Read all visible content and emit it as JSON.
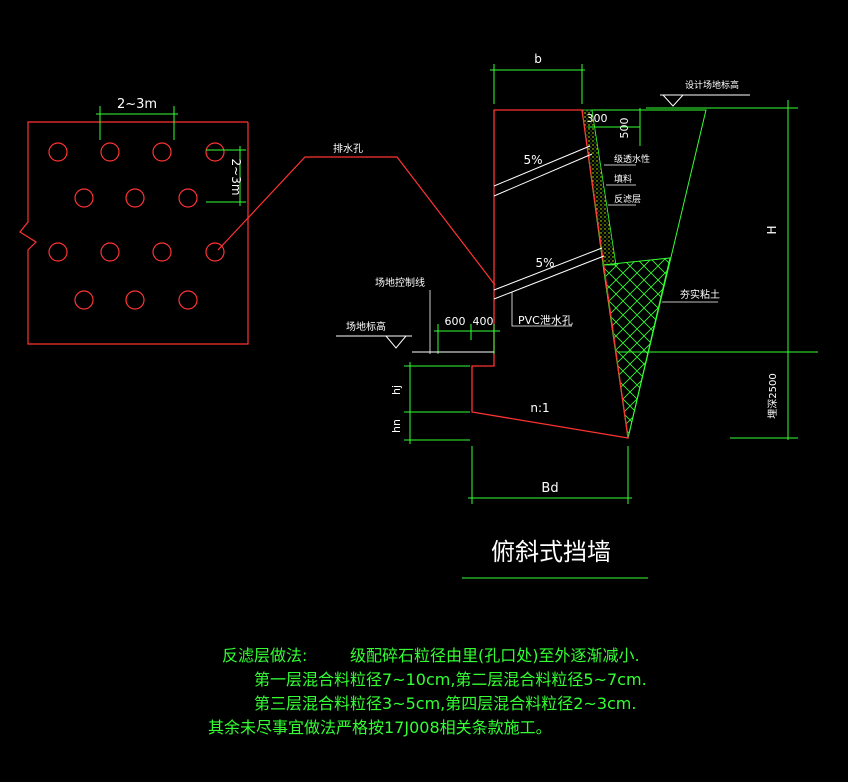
{
  "labels": {
    "spacing_h": "2~3m",
    "spacing_v": "2~3m",
    "drain_hole": "排水孔",
    "top_width": "b",
    "design_grade": "设计场地标高",
    "dim_300": "300",
    "dim_500": "500",
    "height": "H",
    "slope_upper": "5%",
    "slope_lower": "5%",
    "layer_a": "级透水性",
    "layer_b": "填料",
    "layer_c": "反滤层",
    "compacted_clay": "夯实粘土",
    "site_control_line": "场地控制线",
    "site_grade": "场地标高",
    "dim_600": "600",
    "dim_400": "400",
    "pvc_hole": "PVC泄水孔",
    "hj": "hj",
    "hn": "hn",
    "slope_ratio": "n:1",
    "bottom_width": "Bd",
    "embed_depth": "埋深2500",
    "title": "俯斜式挡墙"
  },
  "notes": {
    "heading": "反滤层做法:",
    "line0": "级配碎石粒径由里(孔口处)至外逐渐减小.",
    "line1": "第一层混合料粒径7~10cm,第二层混合料粒径5~7cm.",
    "line2": "第三层混合料粒径3~5cm,第四层混合料粒径2~3cm.",
    "line3": "其余未尽事宜做法严格按17J008相关条款施工。"
  },
  "colors": {
    "background": "#000000",
    "wall": "#ff3333",
    "dimension": "#33ff33",
    "text": "#ffffff",
    "note": "#33ff33",
    "filter": "#ccff00"
  }
}
